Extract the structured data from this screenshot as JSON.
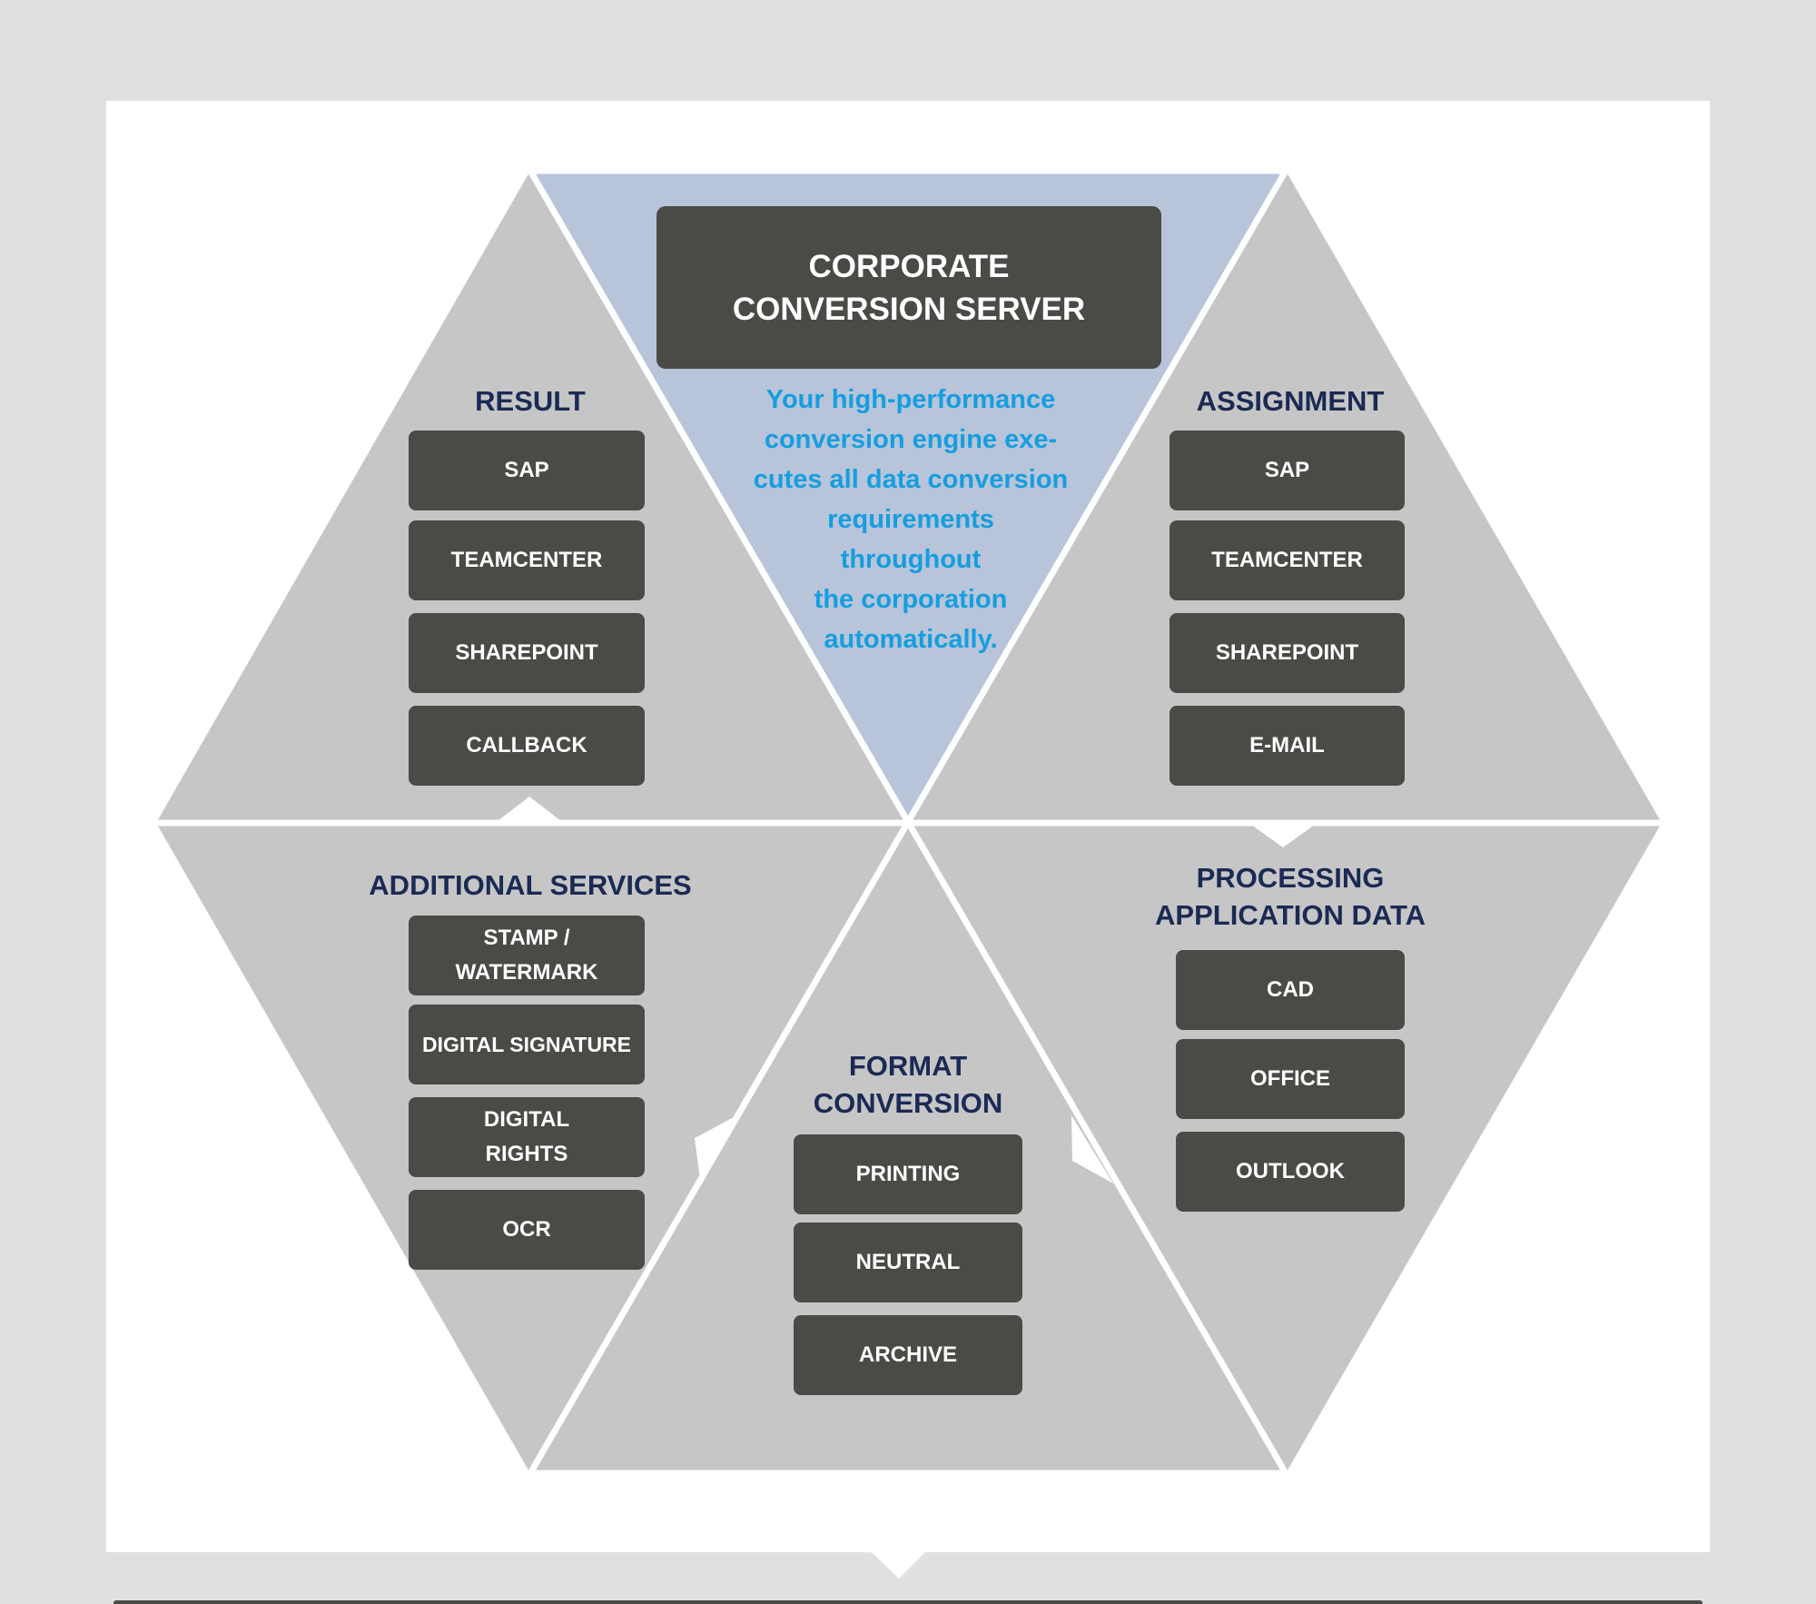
{
  "center": {
    "title_lines": [
      "CORPORATE",
      "CONVERSION SERVER"
    ],
    "description_lines": [
      "Your high-performance",
      "conversion engine exe-",
      "cutes all data conversion",
      "requirements",
      "throughout",
      "the corporation",
      "automatically."
    ]
  },
  "sections": {
    "result": {
      "title": "RESULT",
      "items": [
        "SAP",
        "TEAMCENTER",
        "SHAREPOINT",
        "CALLBACK"
      ]
    },
    "assignment": {
      "title": "ASSIGNMENT",
      "items": [
        "SAP",
        "TEAMCENTER",
        "SHAREPOINT",
        "E-MAIL"
      ]
    },
    "additional": {
      "title": "ADDITIONAL SERVICES",
      "items": [
        "STAMP / WATERMARK",
        "DIGITAL SIGNATURE",
        "DIGITAL RIGHTS",
        "OCR"
      ]
    },
    "format": {
      "title_lines": [
        "FORMAT",
        "CONVERSION"
      ],
      "items": [
        "PRINTING",
        "NEUTRAL",
        "ARCHIVE"
      ]
    },
    "processing": {
      "title_lines": [
        "PROCESSING",
        "APPLICATION DATA"
      ],
      "items": [
        "CAD",
        "OFFICE",
        "OUTLOOK"
      ]
    }
  },
  "colors": {
    "panel_gray": "#c6c6c6",
    "center_blue": "#b8c4d9",
    "box_dark": "#4a4a47",
    "title_navy": "#1b2a55",
    "text_blue": "#159ee0"
  }
}
